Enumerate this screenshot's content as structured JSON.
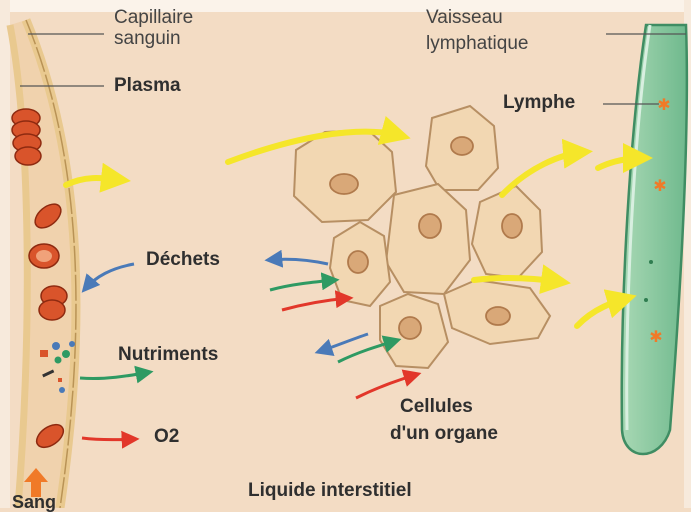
{
  "labels": {
    "capillaire_line1": "Capillaire",
    "capillaire_line2": "sanguin",
    "plasma": "Plasma",
    "vaisseau_line1": "Vaisseau",
    "vaisseau_line2": "lymphatique",
    "lymphe": "Lymphe",
    "dechets": "Déchets",
    "nutriments": "Nutriments",
    "o2": "O2",
    "cellules_line1": "Cellules",
    "cellules_line2": "d'un organe",
    "liquide": "Liquide interstitiel",
    "sang": "Sang"
  },
  "colors": {
    "background": "#f3dcc4",
    "capillary_wall": "#e9c98f",
    "lymph_vessel": "#8fc9a3",
    "cell_fill": "#f2d7b2",
    "nucleus": "#d9a878",
    "red_blood_cell": "#d9542b",
    "arrow_waste": "#4a7ab8",
    "arrow_nutrient": "#2e9a63",
    "arrow_o2": "#e2372a",
    "arrow_plasma": "#f5e62a",
    "arrow_blood": "#f07a28"
  },
  "icons": [
    "red-blood-cell-icon",
    "nutrient-particles-icon",
    "blood-flow-arrow-icon"
  ]
}
